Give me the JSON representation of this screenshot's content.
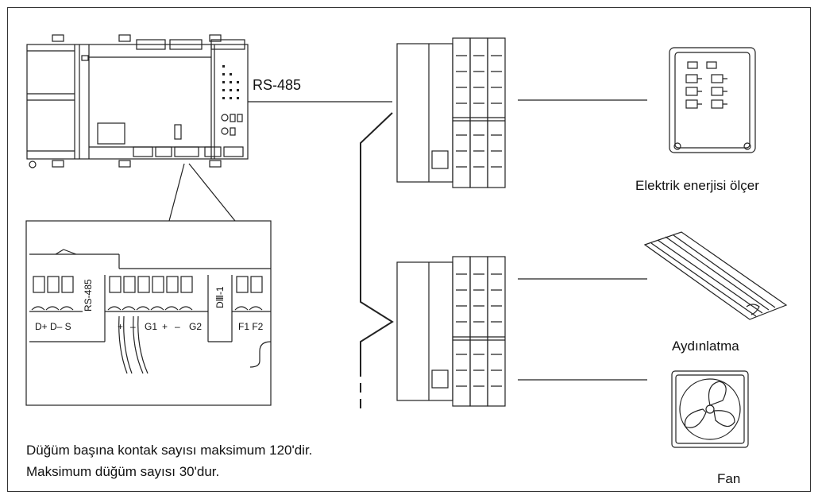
{
  "diagram": {
    "bus_label": "RS-485",
    "devices": {
      "meter_label": "Elektrik enerjisi ölçer",
      "lighting_label": "Aydınlatma",
      "fan_label": "Fan"
    },
    "notes": [
      "Düğüm başına kontak sayısı maksimum 120'dir.",
      "Maksimum düğüm sayısı 30'dur."
    ],
    "terminal_block": {
      "group1": "D+ D– S",
      "rs485_label": "RS-485",
      "group2_labels": [
        "+",
        "–",
        "G1",
        "+",
        "–",
        "G2"
      ],
      "dk_label": "DⅢ-1",
      "group3": "F1 F2"
    }
  }
}
